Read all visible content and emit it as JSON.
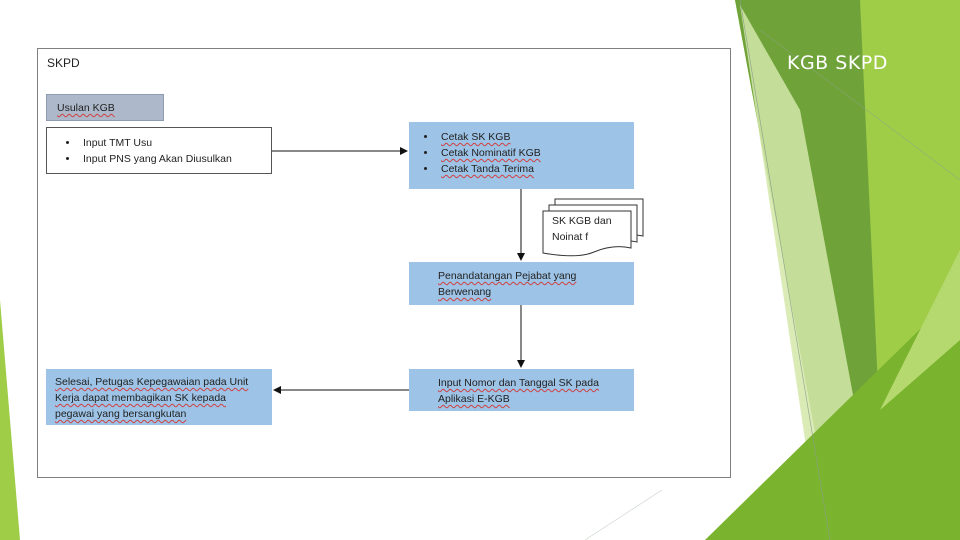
{
  "slide": {
    "title": "KGB SKPD"
  },
  "diagram": {
    "frame_label": "SKPD",
    "usulan": "Usulan KGB",
    "inputs": [
      "Input TMT Usu",
      "Input PNS yang Akan Diusulkan"
    ],
    "cetak": [
      "Cetak SK KGB",
      "Cetak Nominatif KGB",
      "Cetak Tanda Terima"
    ],
    "document_lines": [
      "SK KGB dan",
      "Noinat f"
    ],
    "penandatangan": [
      "Penandatangan Pejabat yang",
      "Berwenang"
    ],
    "input_nomor": [
      "Input Nomor dan Tanggal SK pada",
      "Aplikasi E-KGB"
    ],
    "selesai": [
      "Selesai, Petugas Kepegawaian pada Unit",
      "Kerja dapat membagikan SK kepada",
      "pegawai yang bersangkutan"
    ]
  },
  "colors": {
    "accent_green": "#7ab32e",
    "light_green": "#9fcd48",
    "pale_green": "#d4e8a9",
    "blue_box": "#9dc3e6",
    "gray_box": "#adb9ca"
  }
}
